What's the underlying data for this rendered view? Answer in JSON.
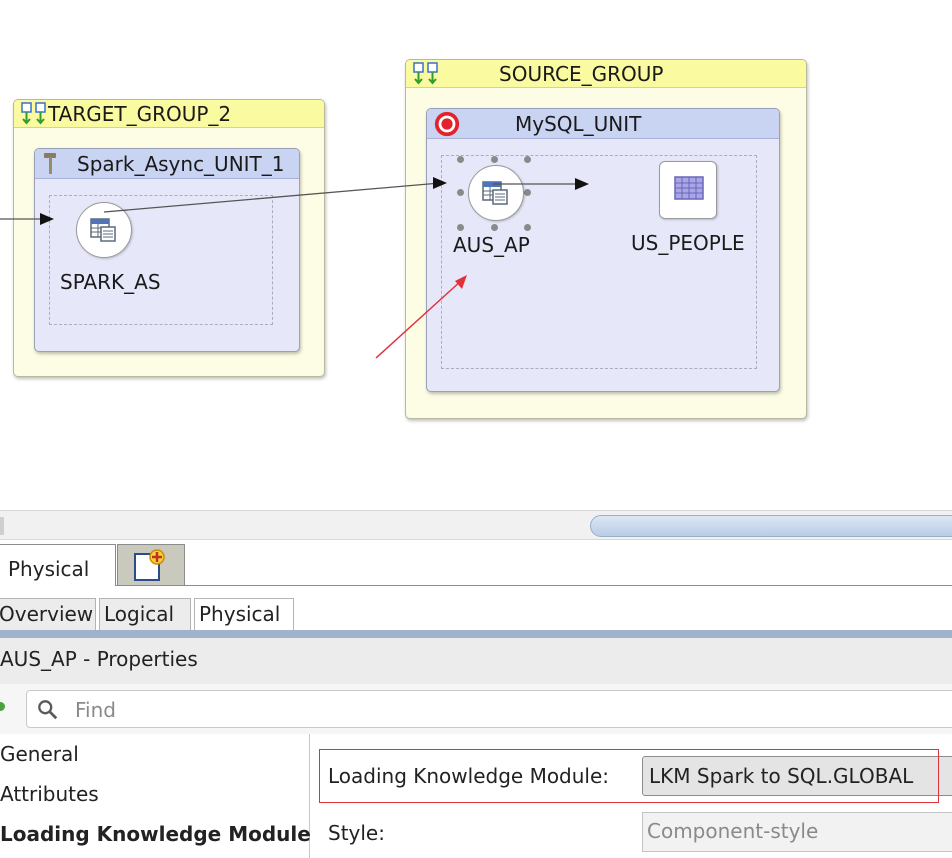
{
  "canvas": {
    "groups": [
      {
        "name": "TARGET_GROUP_2",
        "unit": "Spark_Async_UNIT_1",
        "node": "SPARK_AS"
      },
      {
        "name": "SOURCE_GROUP",
        "unit": "MySQL_UNIT",
        "nodes": [
          "AUS_AP",
          "US_PEOPLE"
        ]
      }
    ],
    "colors": {
      "group_header": "#fafaa0",
      "unit_header": "#c9d3f2",
      "annotation": "#e0323a"
    }
  },
  "bottom_tabs": {
    "main": "Physical",
    "doc_icon": "diagram-tab-icon"
  },
  "sub_tabs": [
    "Overview",
    "Logical",
    "Physical"
  ],
  "properties": {
    "title": "AUS_AP - Properties",
    "find_placeholder": "Find",
    "nav": [
      "General",
      "Attributes",
      "Loading Knowledge Module"
    ],
    "lkm_label": "Loading Knowledge Module:",
    "lkm_value": "LKM Spark to SQL.GLOBAL",
    "style_label": "Style:",
    "style_value": "Component-style"
  }
}
